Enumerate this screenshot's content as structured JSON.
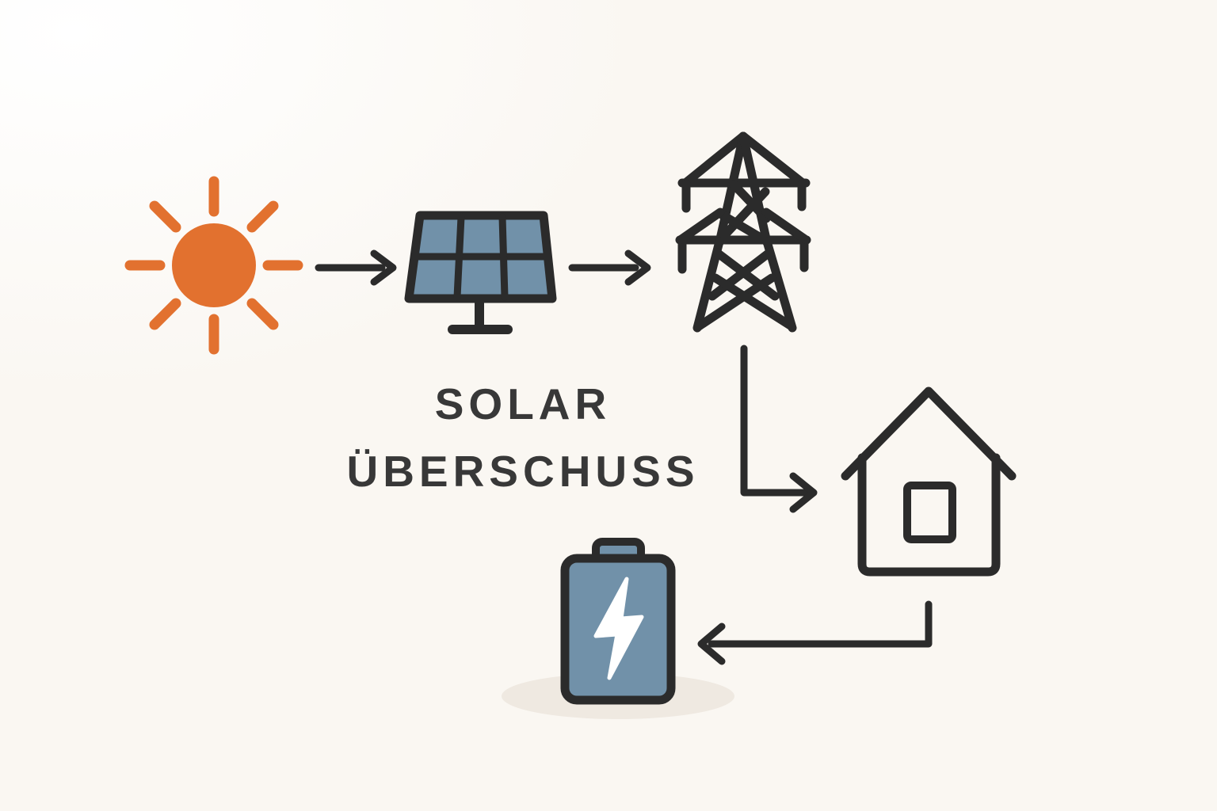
{
  "title": {
    "line1": "SOLAR",
    "line2": "ÜBERSCHUSS"
  },
  "colors": {
    "background": "#FAF7F2",
    "stroke": "#2B2B2B",
    "accent_orange": "#E2712F",
    "panel_blue": "#7191A9",
    "bolt_white": "#FFFFFF",
    "shadow": "#EFE9E1",
    "text": "#383838"
  },
  "diagram": {
    "nodes": [
      {
        "id": "sun",
        "icon": "sun-icon"
      },
      {
        "id": "solar-panel",
        "icon": "solar-panel-icon"
      },
      {
        "id": "transmission-tower",
        "icon": "transmission-tower-icon"
      },
      {
        "id": "house",
        "icon": "house-icon"
      },
      {
        "id": "battery",
        "icon": "battery-icon",
        "inner_icon": "lightning-bolt-icon"
      }
    ],
    "flows": [
      {
        "from": "sun",
        "to": "solar-panel",
        "style": "straight-arrow"
      },
      {
        "from": "solar-panel",
        "to": "transmission-tower",
        "style": "straight-arrow"
      },
      {
        "from": "transmission-tower",
        "to": "house",
        "style": "elbow-arrow"
      },
      {
        "from": "house",
        "to": "battery",
        "style": "elbow-arrow"
      }
    ]
  }
}
